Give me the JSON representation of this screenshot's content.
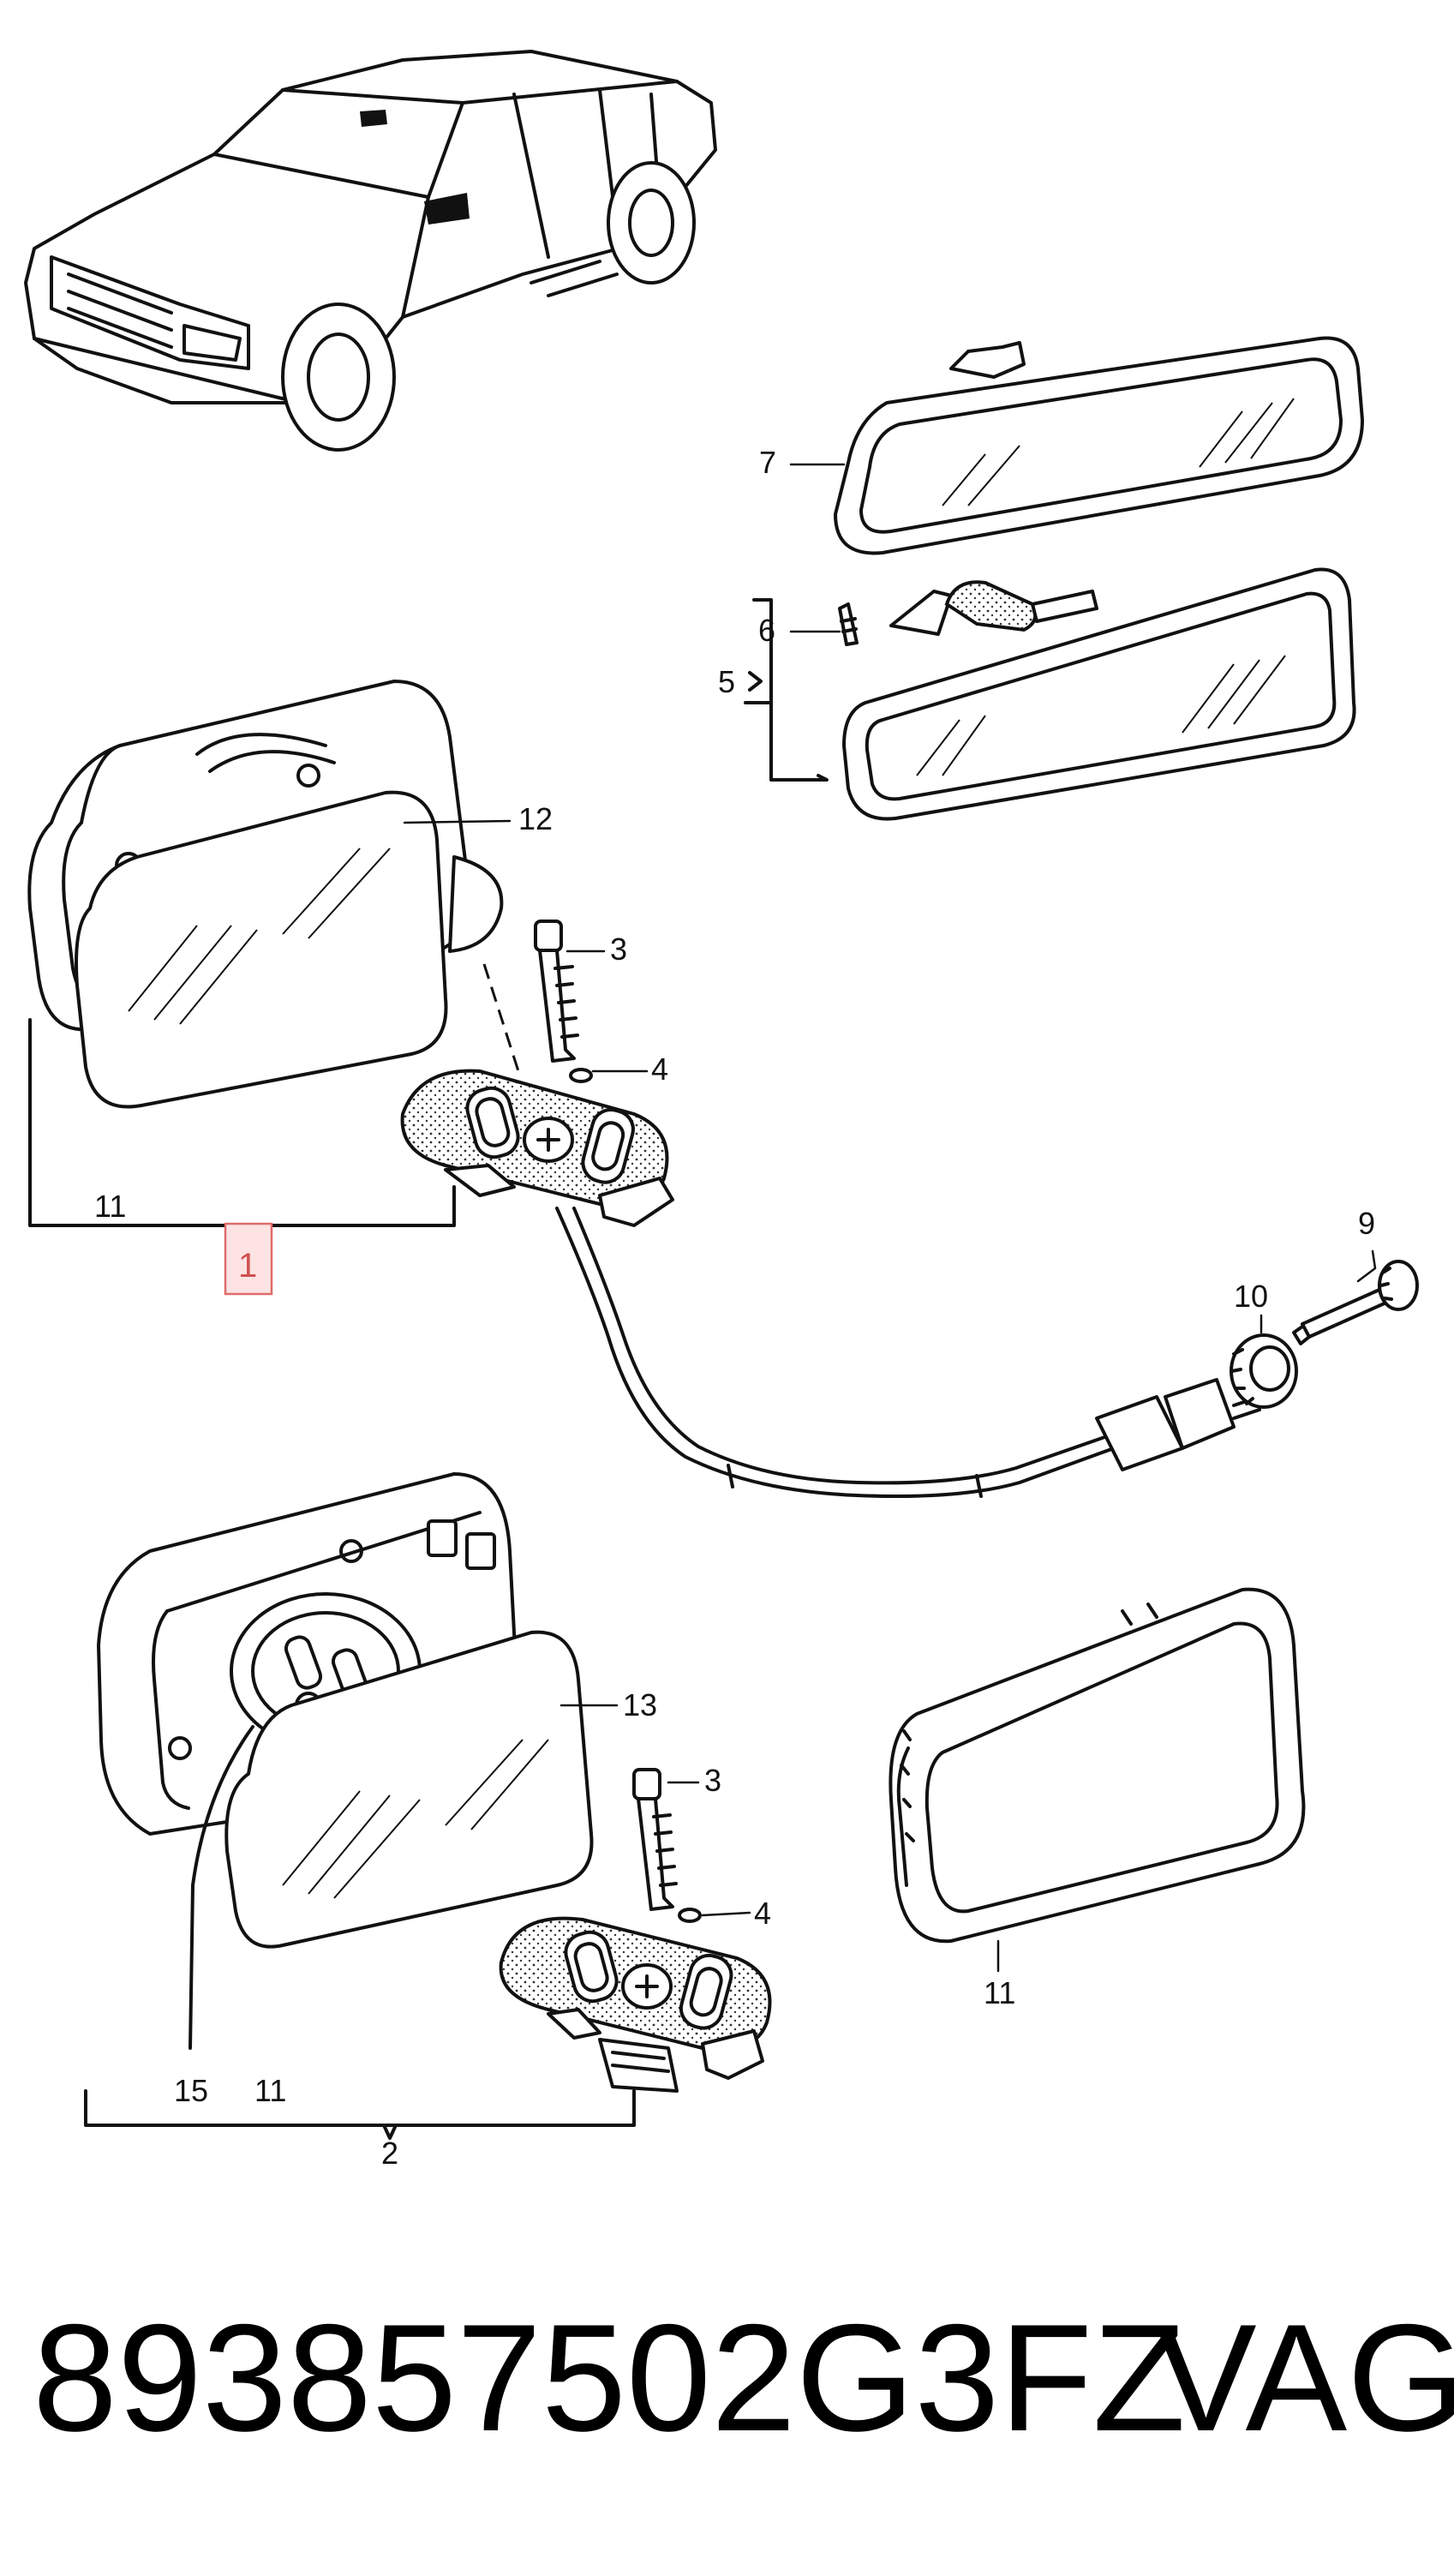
{
  "callouts": {
    "c1": "1",
    "c2": "2",
    "c3a": "3",
    "c3b": "3",
    "c4a": "4",
    "c4b": "4",
    "c5": "5",
    "c6": "6",
    "c7": "7",
    "c9": "9",
    "c10": "10",
    "c11a": "11",
    "c11b": "11",
    "c11c": "11",
    "c12": "12",
    "c13": "13",
    "c15": "15"
  },
  "footer": {
    "part_number": "893857502G3FZ",
    "brand": "VAG"
  },
  "colors": {
    "line": "#111111",
    "highlight_fill": "#fde3e3",
    "highlight_stroke": "#e06b6b"
  }
}
